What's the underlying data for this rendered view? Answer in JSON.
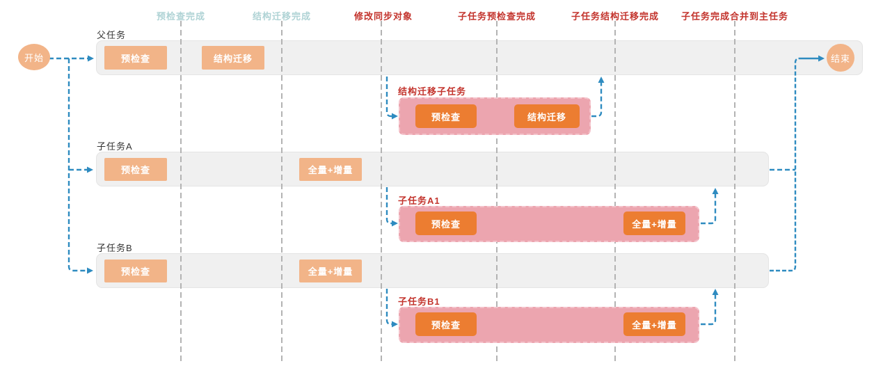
{
  "milestones": [
    {
      "label": "预检查完成",
      "type": "teal"
    },
    {
      "label": "结构迁移完成",
      "type": "teal"
    },
    {
      "label": "修改同步对象",
      "type": "red"
    },
    {
      "label": "子任务预检查完成",
      "type": "red"
    },
    {
      "label": "子任务结构迁移完成",
      "type": "red"
    },
    {
      "label": "子任务完成合并到主任务",
      "type": "red"
    }
  ],
  "nodes": {
    "start": "开始",
    "end": "结束"
  },
  "lanes": [
    {
      "label": "父任务",
      "steps": [
        "预检查",
        "结构迁移"
      ]
    },
    {
      "label": "子任务A",
      "steps": [
        "预检查",
        "全量+增量"
      ]
    },
    {
      "label": "子任务B",
      "steps": [
        "预检查",
        "全量+增量"
      ]
    }
  ],
  "subtask_groups": [
    {
      "label": "结构迁移子任务",
      "steps": [
        "预检查",
        "结构迁移"
      ]
    },
    {
      "label": "子任务A1",
      "steps": [
        "预检查",
        "全量+增量"
      ]
    },
    {
      "label": "子任务B1",
      "steps": [
        "预检查",
        "全量+增量"
      ]
    }
  ],
  "colors": {
    "arrow_blue": "#2E8BC0",
    "milestone_teal": "#AFD3D5",
    "milestone_red": "#C3342D",
    "lane_bar_fill": "#F0F0F0",
    "lane_bar_border": "#E4E4E4",
    "step_light_orange": "#F2B488",
    "step_deep_orange": "#EC7D31",
    "group_pink_fill": "#ECA5AF",
    "group_pink_border": "#F4C3CB",
    "node_fill": "#F2B488",
    "gridline_gray": "#B3B3B3"
  }
}
